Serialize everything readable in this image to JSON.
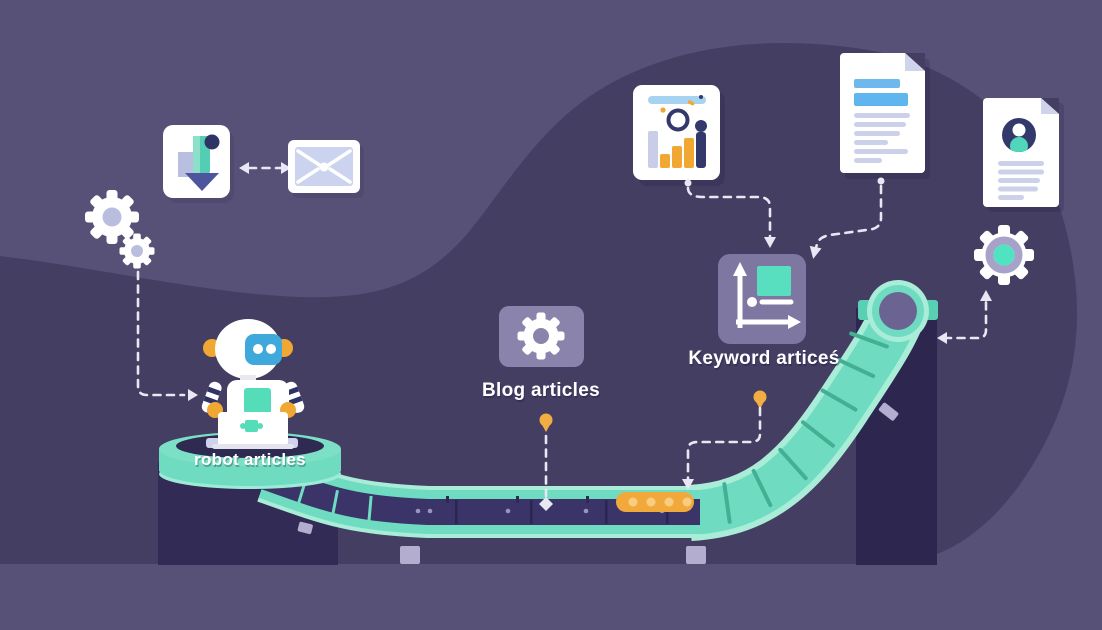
{
  "illustration": {
    "labels": {
      "robot_platform": "robot articles",
      "blog": "Blog articles",
      "keyword": "Keyword articeś"
    },
    "icons": [
      "download-document-icon",
      "image-envelope-icon",
      "gears-icon",
      "robot-icon",
      "laptop-icon",
      "settings-gear-icon",
      "axis-chart-icon",
      "bar-chart-icon",
      "article-document-icon",
      "profile-document-icon",
      "process-gear-icon",
      "conveyor-belt-icon",
      "items-tray-icon"
    ],
    "colors": {
      "background": "#575178",
      "blob": "#453e63",
      "pedestal": "#2f2954",
      "belt_teal": "#6fdcc2",
      "belt_teal_light": "#a9ecd8",
      "accent_orange": "#f2a93b",
      "navy": "#2f2a52",
      "card_white": "#ffffff",
      "lavender_card": "#8a84ad",
      "dashed_line": "#e9e7f4",
      "blue_bar": "#6db9ee",
      "face_blue": "#3fa9dc",
      "chest_teal": "#55dcb9"
    }
  }
}
